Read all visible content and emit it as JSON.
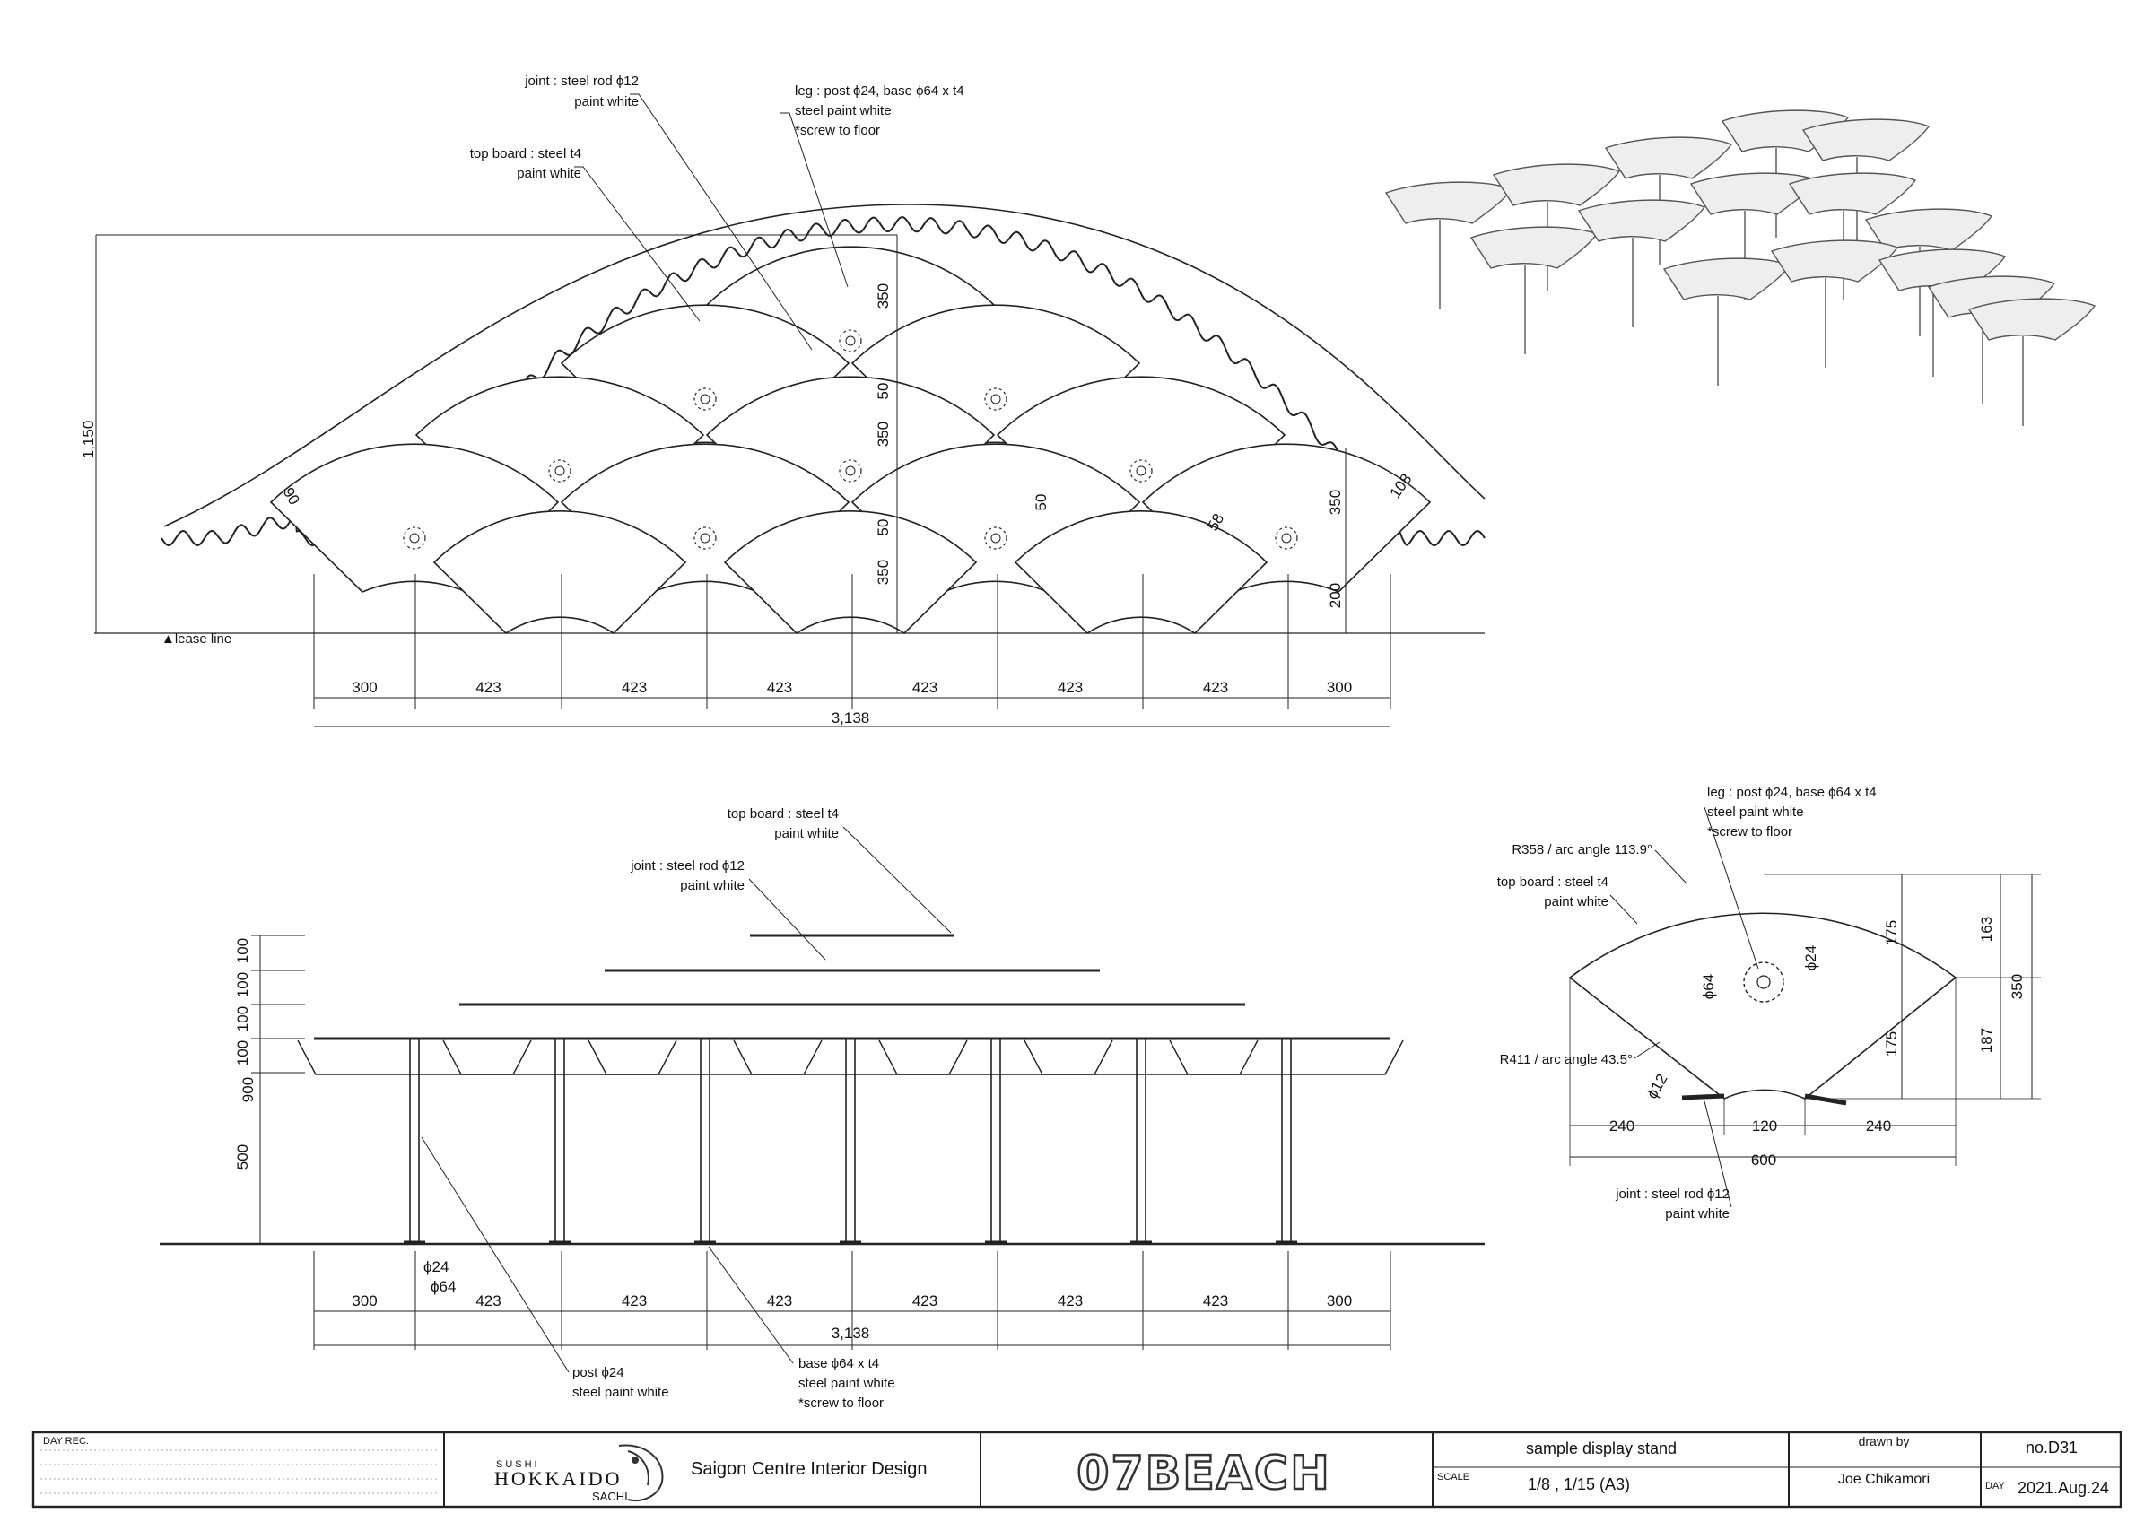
{
  "plan": {
    "notes": {
      "joint": [
        "joint : steel rod ϕ12",
        "paint white"
      ],
      "leg": [
        "leg : post ϕ24, base ϕ64 x t4",
        "steel paint white",
        "*screw to floor"
      ],
      "top_board": [
        "top board : steel t4",
        "paint white"
      ]
    },
    "height_dim": "1,150",
    "lease_line": "▲lease line",
    "left_edge_dim": "90",
    "right_edge_dim": "108",
    "row_dims": [
      "350",
      "50",
      "350",
      "50",
      "350"
    ],
    "offset_dim": "50",
    "joint_dim": "58",
    "right_dims": [
      "350",
      "200"
    ],
    "bottom_dims": [
      "300",
      "423",
      "423",
      "423",
      "423",
      "423",
      "423",
      "300"
    ],
    "total_dim": "3,138"
  },
  "elevation": {
    "notes": {
      "top_board": [
        "top board : steel t4",
        "paint white"
      ],
      "joint": [
        "joint : steel rod ϕ12",
        "paint white"
      ],
      "post": [
        "post ϕ24",
        "steel paint white"
      ],
      "base": [
        "base ϕ64 x t4",
        "steel paint white",
        "*screw to floor"
      ]
    },
    "height_dims": [
      "100",
      "100",
      "100",
      "100",
      "500"
    ],
    "total_height": "900",
    "post_dim": "ϕ24",
    "base_dim": "ϕ64",
    "bottom_dims": [
      "300",
      "423",
      "423",
      "423",
      "423",
      "423",
      "423",
      "300"
    ],
    "total_dim": "3,138"
  },
  "detail": {
    "notes": {
      "leg": [
        "leg : post ϕ24, base ϕ64 x t4",
        "steel paint white",
        "*screw to floor"
      ],
      "outer_arc": "R358 / arc angle 113.9°",
      "top_board": [
        "top board : steel t4",
        "paint white"
      ],
      "inner_arc": "R411 / arc angle 43.5°",
      "joint": [
        "joint : steel rod ϕ12",
        "paint white"
      ]
    },
    "dims": {
      "d175a": "175",
      "d175b": "175",
      "d163": "163",
      "d187": "187",
      "d350": "350",
      "d24": "ϕ24",
      "d64": "ϕ64",
      "d12": "ϕ12",
      "d240a": "240",
      "d120": "120",
      "d240b": "240",
      "d600": "600"
    }
  },
  "title_block": {
    "day_rec": "DAY   REC.",
    "logo_top": "SUSHI",
    "logo_main": "HOKKAIDO",
    "logo_sub": "SACHI",
    "project": "Saigon Centre Interior Design",
    "brand": "07BEACH",
    "drawing_title": "sample display stand",
    "scale_label": "SCALE",
    "scale_value": "1/8 , 1/15 (A3)",
    "drawn_by_label": "drawn by",
    "drawn_by": "Joe Chikamori",
    "number": "no.D31",
    "day_label": "DAY",
    "date": "2021.Aug.24"
  }
}
